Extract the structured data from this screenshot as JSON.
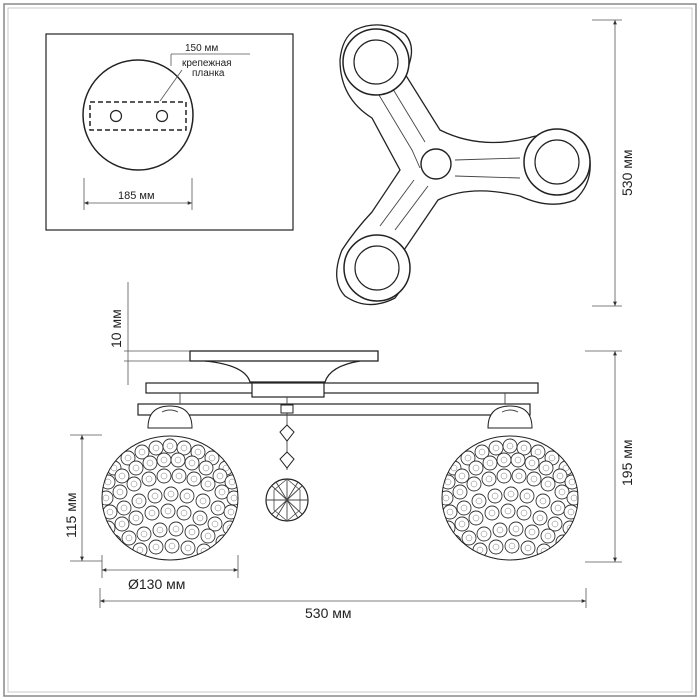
{
  "labels": {
    "plate_length": "150 мм",
    "plate_caption_line1": "крепежная",
    "plate_caption_line2": "планка",
    "base_diameter": "185 мм",
    "top_view_width": "530 мм",
    "plate_thickness": "10 мм",
    "total_height": "195 мм",
    "shade_height": "115 мм",
    "shade_diameter": "Ø130 мм",
    "total_width": "530 мм"
  }
}
